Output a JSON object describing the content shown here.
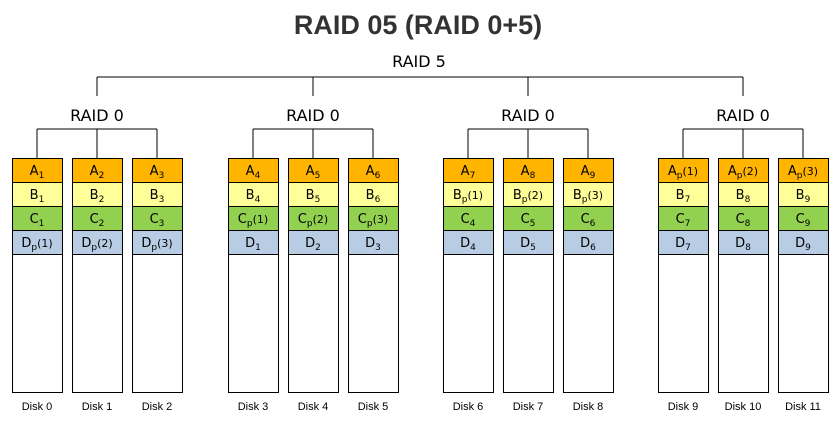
{
  "title": "RAID 05 (RAID 0+5)",
  "raid5_label": "RAID 5",
  "colors": {
    "A": "#FFB400",
    "B": "#FFFF99",
    "C": "#92D050",
    "D": "#B8CCE4",
    "empty": "#FFFFFF",
    "stroke": "#000000"
  },
  "groups": [
    {
      "label": "RAID 0",
      "disks": [
        {
          "name": "Disk 0",
          "blocks": [
            [
              "A",
              "1",
              ""
            ],
            [
              "B",
              "1",
              ""
            ],
            [
              "C",
              "1",
              ""
            ],
            [
              "D",
              "p",
              "(1)"
            ]
          ]
        },
        {
          "name": "Disk 1",
          "blocks": [
            [
              "A",
              "2",
              ""
            ],
            [
              "B",
              "2",
              ""
            ],
            [
              "C",
              "2",
              ""
            ],
            [
              "D",
              "p",
              "(2)"
            ]
          ]
        },
        {
          "name": "Disk 2",
          "blocks": [
            [
              "A",
              "3",
              ""
            ],
            [
              "B",
              "3",
              ""
            ],
            [
              "C",
              "3",
              ""
            ],
            [
              "D",
              "p",
              "(3)"
            ]
          ]
        }
      ]
    },
    {
      "label": "RAID 0",
      "disks": [
        {
          "name": "Disk 3",
          "blocks": [
            [
              "A",
              "4",
              ""
            ],
            [
              "B",
              "4",
              ""
            ],
            [
              "C",
              "p",
              "(1)"
            ],
            [
              "D",
              "1",
              ""
            ]
          ]
        },
        {
          "name": "Disk 4",
          "blocks": [
            [
              "A",
              "5",
              ""
            ],
            [
              "B",
              "5",
              ""
            ],
            [
              "C",
              "p",
              "(2)"
            ],
            [
              "D",
              "2",
              ""
            ]
          ]
        },
        {
          "name": "Disk 5",
          "blocks": [
            [
              "A",
              "6",
              ""
            ],
            [
              "B",
              "6",
              ""
            ],
            [
              "C",
              "p",
              "(3)"
            ],
            [
              "D",
              "3",
              ""
            ]
          ]
        }
      ]
    },
    {
      "label": "RAID 0",
      "disks": [
        {
          "name": "Disk 6",
          "blocks": [
            [
              "A",
              "7",
              ""
            ],
            [
              "B",
              "p",
              "(1)"
            ],
            [
              "C",
              "4",
              ""
            ],
            [
              "D",
              "4",
              ""
            ]
          ]
        },
        {
          "name": "Disk 7",
          "blocks": [
            [
              "A",
              "8",
              ""
            ],
            [
              "B",
              "p",
              "(2)"
            ],
            [
              "C",
              "5",
              ""
            ],
            [
              "D",
              "5",
              ""
            ]
          ]
        },
        {
          "name": "Disk 8",
          "blocks": [
            [
              "A",
              "9",
              ""
            ],
            [
              "B",
              "p",
              "(3)"
            ],
            [
              "C",
              "6",
              ""
            ],
            [
              "D",
              "6",
              ""
            ]
          ]
        }
      ]
    },
    {
      "label": "RAID 0",
      "disks": [
        {
          "name": "Disk 9",
          "blocks": [
            [
              "A",
              "p",
              "(1)"
            ],
            [
              "B",
              "7",
              ""
            ],
            [
              "C",
              "7",
              ""
            ],
            [
              "D",
              "7",
              ""
            ]
          ]
        },
        {
          "name": "Disk 10",
          "blocks": [
            [
              "A",
              "p",
              "(2)"
            ],
            [
              "B",
              "8",
              ""
            ],
            [
              "C",
              "8",
              ""
            ],
            [
              "D",
              "8",
              ""
            ]
          ]
        },
        {
          "name": "Disk 11",
          "blocks": [
            [
              "A",
              "p",
              "(3)"
            ],
            [
              "B",
              "9",
              ""
            ],
            [
              "C",
              "9",
              ""
            ],
            [
              "D",
              "9",
              ""
            ]
          ]
        }
      ]
    }
  ]
}
